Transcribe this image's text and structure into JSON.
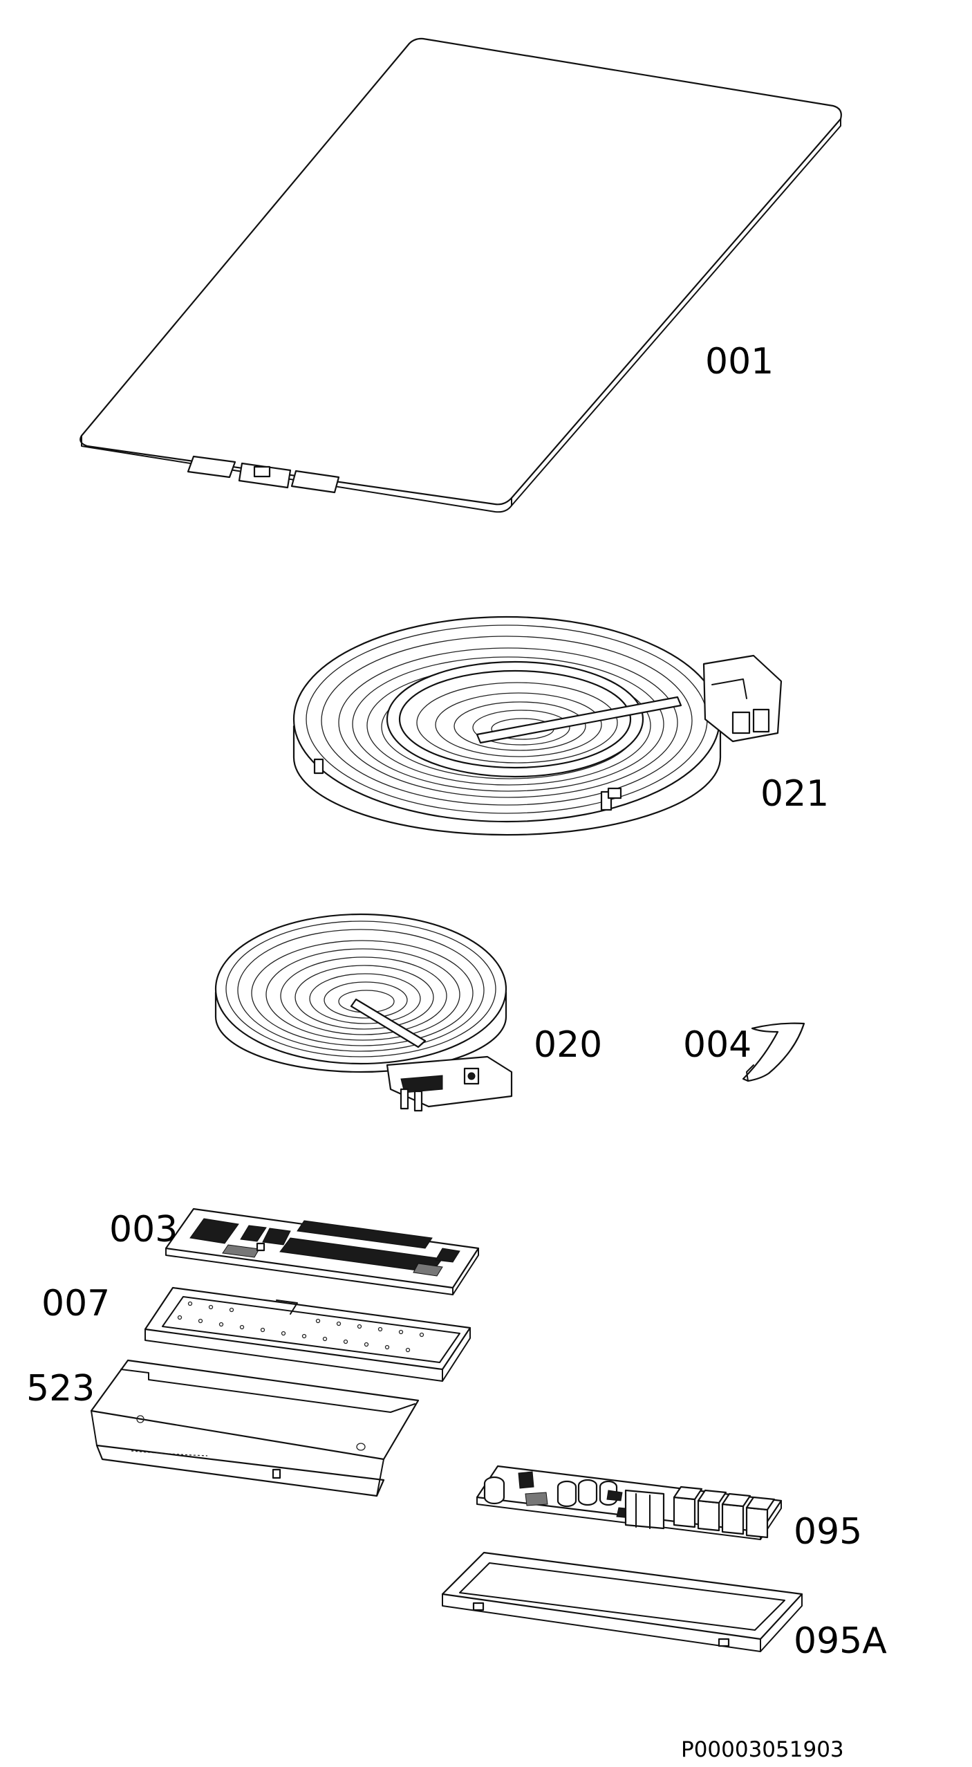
{
  "parts": [
    {
      "id": "001"
    },
    {
      "id": "021"
    },
    {
      "id": "020"
    },
    {
      "id": "004"
    },
    {
      "id": "003"
    },
    {
      "id": "007"
    },
    {
      "id": "523"
    },
    {
      "id": "095"
    },
    {
      "id": "095A"
    }
  ],
  "drawing_code": "P00003051903"
}
